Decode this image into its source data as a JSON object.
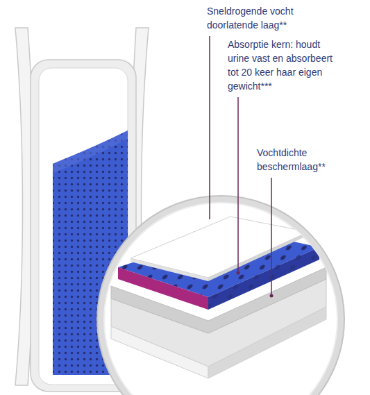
{
  "diagram": {
    "labels": [
      "Sneldrogende vocht doorlatende laag**",
      "Absorptie kern: houdt urine vast en absorbeert tot 20 keer haar eigen gewicht***",
      "Vochtdichte beschermlaag**"
    ]
  }
}
